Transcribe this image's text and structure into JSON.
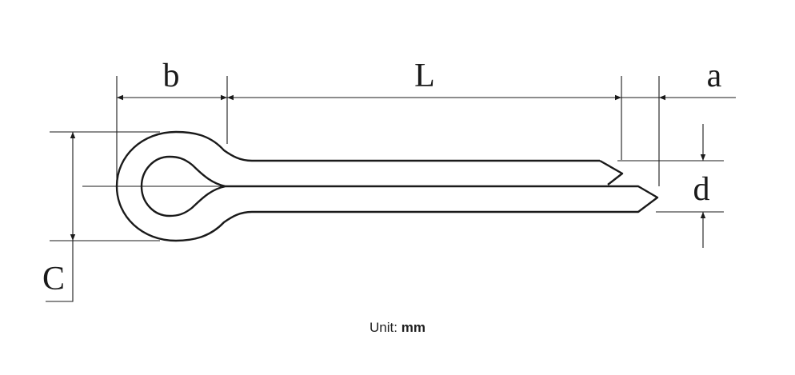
{
  "diagram": {
    "labels": {
      "b": "b",
      "L": "L",
      "a": "a",
      "d": "d",
      "C": "C"
    },
    "unit": {
      "prefix": "Unit:",
      "value": "mm"
    },
    "colors": {
      "line": "#1a1a1a",
      "background": "#ffffff"
    }
  }
}
